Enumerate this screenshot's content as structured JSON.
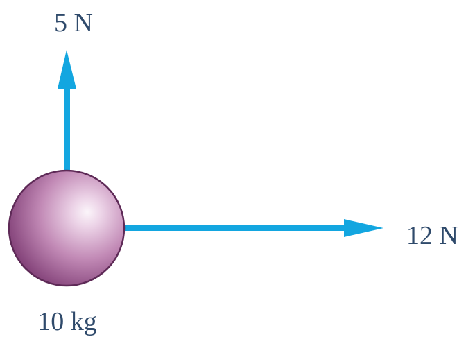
{
  "diagram": {
    "mass_label": "10 kg",
    "forces": {
      "vertical": {
        "label": "5 N",
        "direction": "up"
      },
      "horizontal": {
        "label": "12 N",
        "direction": "right"
      }
    },
    "colors": {
      "arrow": "#13a6e0",
      "sphere_highlight": "#f6eef5",
      "sphere_mid": "#c98dbd",
      "sphere_edge": "#7e3c74",
      "sphere_outline": "#5e2a57",
      "label_text": "#2f4a6b"
    },
    "icons": {
      "mass": "sphere",
      "force": "arrow"
    }
  }
}
